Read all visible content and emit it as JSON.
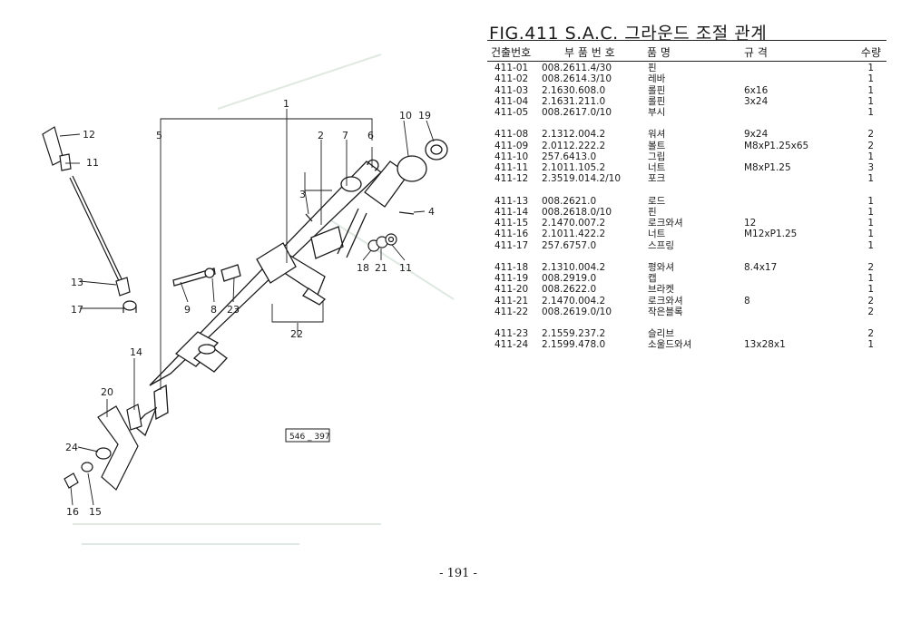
{
  "figure_title": "FIG.411 S.A.C. 그라운드 조절 관계",
  "table_headers": {
    "fig_no": "건출번호",
    "part_no": "부 품 번 호",
    "name": "품 명",
    "spec": "규 격",
    "qty": "수량"
  },
  "parts": [
    {
      "fig": "411-01",
      "part": "008.2611.4/30",
      "name": "핀",
      "spec": "",
      "qty": "1"
    },
    {
      "fig": "411-02",
      "part": "008.2614.3/10",
      "name": "레바",
      "spec": "",
      "qty": "1"
    },
    {
      "fig": "411-03",
      "part": "2.1630.608.0",
      "name": "롤핀",
      "spec": "6x16",
      "qty": "1"
    },
    {
      "fig": "411-04",
      "part": "2.1631.211.0",
      "name": "롤핀",
      "spec": "3x24",
      "qty": "1"
    },
    {
      "fig": "411-05",
      "part": "008.2617.0/10",
      "name": "부시",
      "spec": "",
      "qty": "1"
    },
    {
      "fig": "411-08",
      "part": "2.1312.004.2",
      "name": "워셔",
      "spec": "9x24",
      "qty": "2"
    },
    {
      "fig": "411-09",
      "part": "2.0112.222.2",
      "name": "볼트",
      "spec": "M8xP1.25x65",
      "qty": "2"
    },
    {
      "fig": "411-10",
      "part": "257.6413.0",
      "name": "그립",
      "spec": "",
      "qty": "1"
    },
    {
      "fig": "411-11",
      "part": "2.1011.105.2",
      "name": "너트",
      "spec": "M8xP1.25",
      "qty": "3"
    },
    {
      "fig": "411-12",
      "part": "2.3519.014.2/10",
      "name": "포크",
      "spec": "",
      "qty": "1"
    },
    {
      "fig": "411-13",
      "part": "008.2621.0",
      "name": "로드",
      "spec": "",
      "qty": "1"
    },
    {
      "fig": "411-14",
      "part": "008.2618.0/10",
      "name": "핀",
      "spec": "",
      "qty": "1"
    },
    {
      "fig": "411-15",
      "part": "2.1470.007.2",
      "name": "로크와셔",
      "spec": "12",
      "qty": "1"
    },
    {
      "fig": "411-16",
      "part": "2.1011.422.2",
      "name": "너트",
      "spec": "M12xP1.25",
      "qty": "1"
    },
    {
      "fig": "411-17",
      "part": "257.6757.0",
      "name": "스프링",
      "spec": "",
      "qty": "1"
    },
    {
      "fig": "411-18",
      "part": "2.1310.004.2",
      "name": "평와셔",
      "spec": "8.4x17",
      "qty": "2"
    },
    {
      "fig": "411-19",
      "part": "008.2919.0",
      "name": "캡",
      "spec": "",
      "qty": "1"
    },
    {
      "fig": "411-20",
      "part": "008.2622.0",
      "name": "브라켓",
      "spec": "",
      "qty": "1"
    },
    {
      "fig": "411-21",
      "part": "2.1470.004.2",
      "name": "로크와셔",
      "spec": "8",
      "qty": "2"
    },
    {
      "fig": "411-22",
      "part": "008.2619.0/10",
      "name": "작은블록",
      "spec": "",
      "qty": "2"
    },
    {
      "fig": "411-23",
      "part": "2.1559.237.2",
      "name": "슬리브",
      "spec": "",
      "qty": "2"
    },
    {
      "fig": "411-24",
      "part": "2.1599.478.0",
      "name": "소울드와셔",
      "spec": "13x28x1",
      "qty": "1"
    }
  ],
  "group_starts": [
    5,
    10,
    15,
    20
  ],
  "callouts": [
    "1",
    "2",
    "3",
    "4",
    "5",
    "6",
    "7",
    "8",
    "9",
    "10",
    "11",
    "11",
    "12",
    "13",
    "14",
    "15",
    "16",
    "17",
    "18",
    "19",
    "20",
    "21",
    "22",
    "23",
    "24"
  ],
  "diagram_code": "546 _ 397",
  "page_number": "- 191 -"
}
